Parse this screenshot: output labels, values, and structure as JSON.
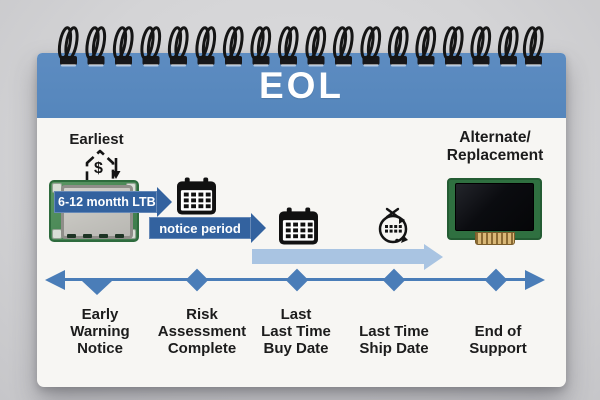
{
  "header": {
    "title": "EOL"
  },
  "annotations": {
    "earliest": "Earliest",
    "alternate_line1": "Alternate/",
    "alternate_line2": "Replacement"
  },
  "arrows": {
    "ltb_label": "6-12 montth LTB",
    "notice_label": "notice period"
  },
  "icons": {
    "spiral_binding": "spiral-binding-rings",
    "house_dollar": "house-price-decline-icon",
    "calendar_first": "calendar-grid-icon",
    "calendar_second": "calendar-grid-icon",
    "recurring_calendar": "recurring-calendar-icon",
    "module_left": "green-lcd-display-module-photo",
    "module_right": "black-tft-display-module-photo"
  },
  "timeline": {
    "milestones": [
      {
        "lines": [
          "Early",
          "Warning",
          "Notice"
        ]
      },
      {
        "lines": [
          "Risk",
          "Assessment",
          "Complete"
        ]
      },
      {
        "lines": [
          "Last",
          "Last Time",
          "Buy Date"
        ]
      },
      {
        "lines": [
          "Last Time",
          "Ship Date"
        ]
      },
      {
        "lines": [
          "End of",
          "Support"
        ]
      }
    ]
  },
  "colors": {
    "header_blue": "#5586bc",
    "arrow_dark_blue": "#33629f",
    "timeline_blue": "#4a7db8",
    "arrow_light_blue": "#a9c4e2",
    "page_white": "#f7f6f3",
    "background_gray": "#d4d4d6",
    "text_black": "#1c1c1c"
  }
}
